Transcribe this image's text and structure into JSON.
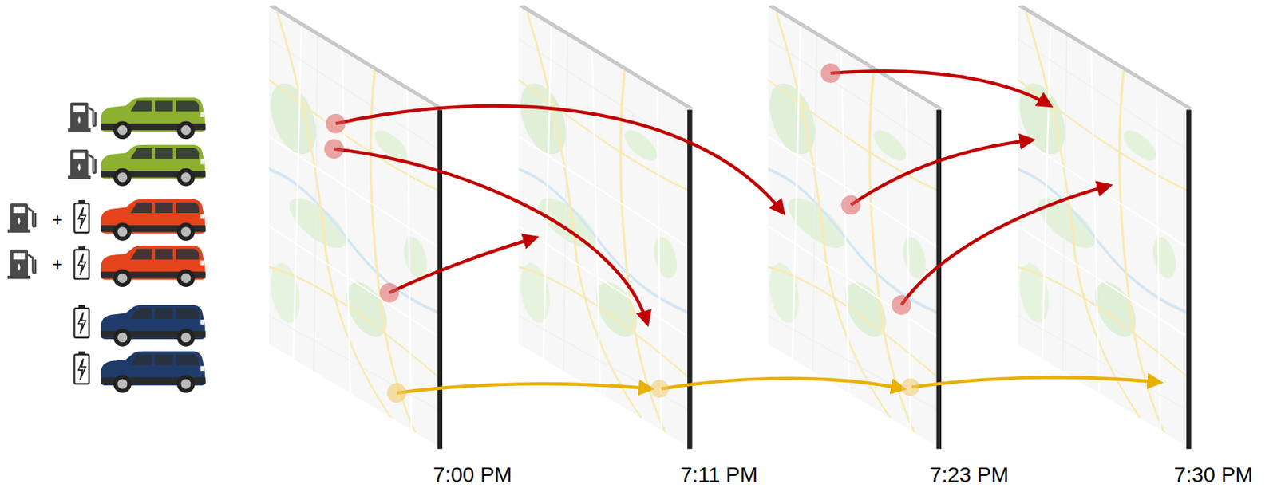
{
  "diagram": {
    "labels": [
      "+",
      "+",
      "7:00 PM",
      "7:11 PM",
      "7:23 PM",
      "7:30 PM"
    ]
  }
}
